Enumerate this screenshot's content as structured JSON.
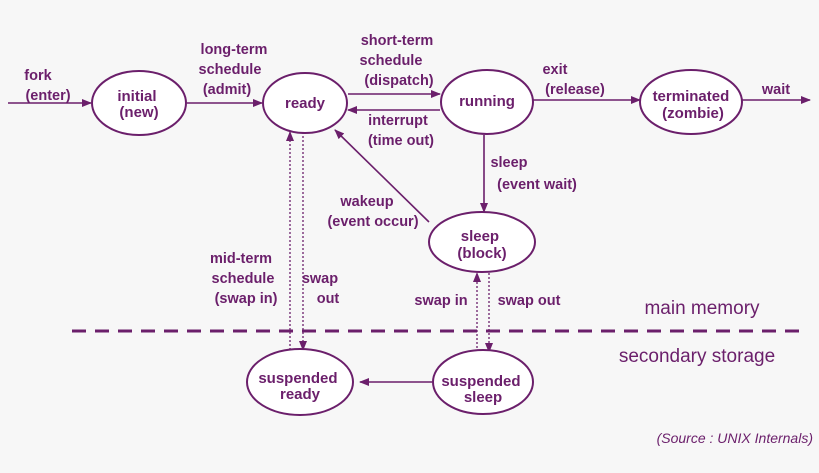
{
  "states": {
    "initial": [
      "initial",
      "(new)"
    ],
    "ready": [
      "ready"
    ],
    "running": [
      "running"
    ],
    "terminated": [
      "terminated",
      "(zombie)"
    ],
    "sleep": [
      "sleep",
      "(block)"
    ],
    "suspended_ready": [
      "suspended",
      "ready"
    ],
    "suspended_sleep": [
      "suspended",
      "sleep"
    ]
  },
  "transitions": {
    "fork": [
      "fork",
      "(enter)"
    ],
    "long_term": [
      "long-term",
      "schedule",
      "(admit)"
    ],
    "short_term": [
      "short-term",
      "schedule",
      "(dispatch)"
    ],
    "interrupt": [
      "interrupt",
      "(time out)"
    ],
    "exit": [
      "exit",
      "(release)"
    ],
    "wait": [
      "wait"
    ],
    "sleep_evt": [
      "sleep",
      "(event wait)"
    ],
    "wakeup": [
      "wakeup",
      "(event occur)"
    ],
    "mid_term": [
      "mid-term",
      "schedule",
      "(swap in)"
    ],
    "swap_out_ready": [
      "swap",
      "out"
    ],
    "swap_in_sleep": [
      "swap in"
    ],
    "swap_out_sleep": [
      "swap out"
    ]
  },
  "regions": {
    "main_memory": "main memory",
    "secondary_storage": "secondary storage"
  },
  "source": "(Source : UNIX Internals)"
}
